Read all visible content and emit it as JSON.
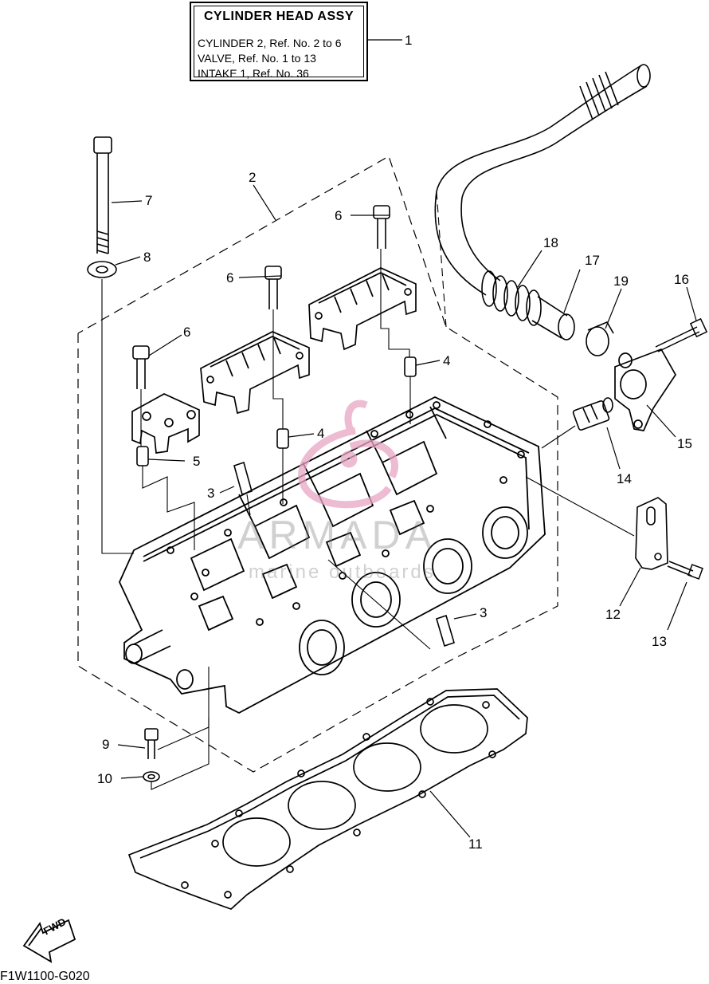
{
  "title_box": {
    "heading": "CYLINDER HEAD ASSY",
    "lines": [
      "CYLINDER 2, Ref. No. 2 to 6",
      "VALVE, Ref. No. 1 to 13",
      "INTAKE 1, Ref. No. 36"
    ]
  },
  "callouts": {
    "c1": "1",
    "c2": "2",
    "c3a": "3",
    "c3b": "3",
    "c4a": "4",
    "c4b": "4",
    "c5": "5",
    "c6a": "6",
    "c6b": "6",
    "c6c": "6",
    "c7": "7",
    "c8": "8",
    "c9": "9",
    "c10": "10",
    "c11": "11",
    "c12": "12",
    "c13": "13",
    "c14": "14",
    "c15": "15",
    "c16": "16",
    "c17": "17",
    "c18": "18",
    "c19": "19"
  },
  "fwd_label": "FWD",
  "diagram_code": "F1W1100-G020",
  "watermark": {
    "main": "ARMADA",
    "sub": "marine outboards",
    "logo_color": "#e8a6c4"
  }
}
